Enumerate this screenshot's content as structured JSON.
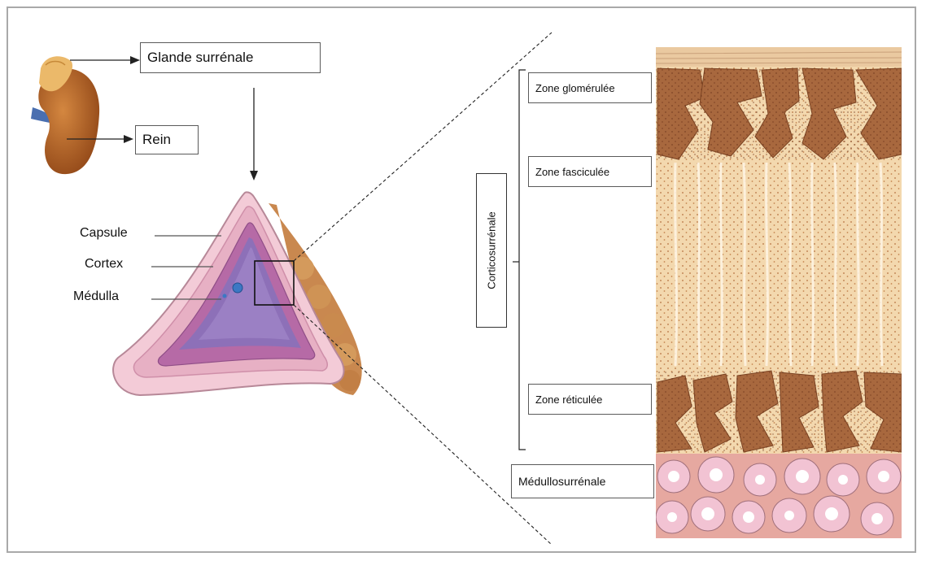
{
  "labels": {
    "adrenal_gland": "Glande surrénale",
    "kidney": "Rein",
    "capsule": "Capsule",
    "cortex": "Cortex",
    "medulla": "Médulla"
  },
  "zones": {
    "glomerular": "Zone glomérulée",
    "fascicular": "Zone fasciculée",
    "reticular": "Zone réticulée",
    "adrenal_cortex": "Corticosurrénale",
    "adrenal_medulla": "Médullosurrénale"
  },
  "colors": {
    "frame": "#a9a9a9",
    "kidney": "#b5652b",
    "adrenal_cap": "#e8b56b",
    "cortex_pink": "#e8b4c8",
    "medulla_purple": "#8d70b8",
    "fat": "#c98b52",
    "histo_background": "#f3d8ae",
    "histo_cells": "#a8683e",
    "medulla_cells": "#f2c3d3"
  }
}
